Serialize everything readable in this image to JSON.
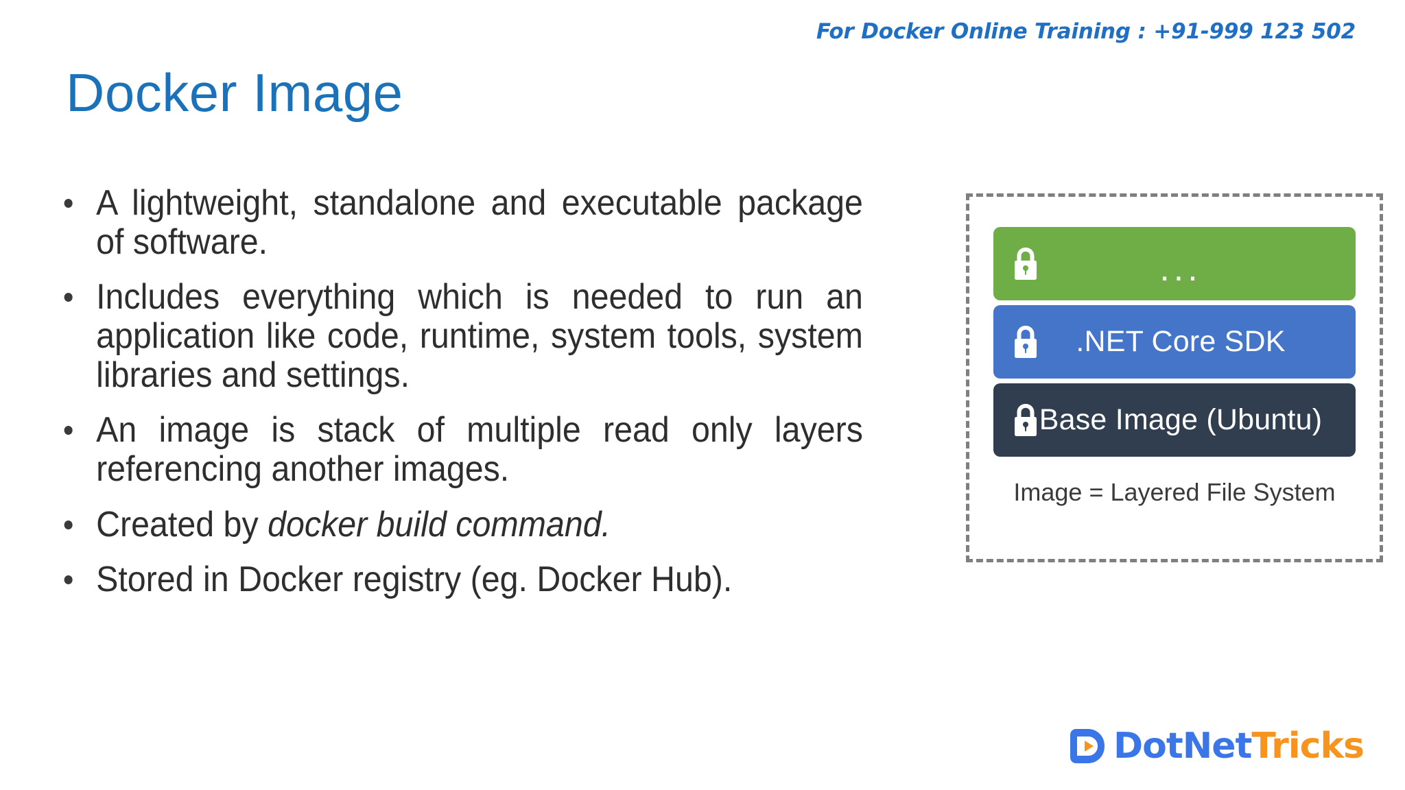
{
  "header": {
    "contact_note": "For Docker Online Training : +91-999 123 502"
  },
  "title": "Docker Image",
  "bullets": [
    {
      "text": "A lightweight, standalone and executable package of software."
    },
    {
      "text": "Includes everything which is needed to run an application like code, runtime, system tools, system libraries and settings."
    },
    {
      "text": "An image is stack of multiple read only layers referencing another images."
    },
    {
      "prefix": "Created by ",
      "italic": "docker build command."
    },
    {
      "text": "Stored in Docker registry (eg. Docker Hub)."
    }
  ],
  "diagram": {
    "layers": [
      {
        "label": "...",
        "color": "#6FAD46",
        "icon": "lock-icon"
      },
      {
        "label": ".NET Core SDK",
        "color": "#4575C9",
        "icon": "lock-icon"
      },
      {
        "label": "Base Image (Ubuntu)",
        "color": "#303E4F",
        "icon": "lock-icon"
      }
    ],
    "caption": "Image = Layered File System",
    "border_color": "#7F7F7F"
  },
  "logo": {
    "part_one": "DotNet",
    "part_two": "Tricks",
    "color_one": "#3B76E8",
    "color_two": "#F7941D"
  },
  "theme": {
    "title_color": "#1B72B8",
    "header_color": "#1F6FC4",
    "body_text_color": "#2E2E2E",
    "background": "#FFFFFF"
  }
}
